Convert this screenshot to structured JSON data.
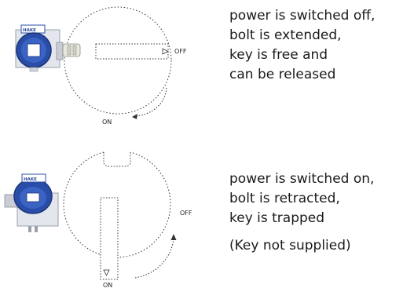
{
  "states": [
    {
      "off_label": "OFF",
      "on_label": "ON",
      "logo": "HAKE",
      "lines": [
        "power is switched off,",
        "bolt is extended,",
        "key is free and",
        "can be released"
      ]
    },
    {
      "off_label": "OFF",
      "on_label": "ON",
      "logo": "HAKE",
      "lines": [
        "power is switched on,",
        "bolt is retracted,",
        "key is trapped"
      ],
      "note": "(Key not supplied)"
    }
  ],
  "colors": {
    "device_blue": "#2a4ea8",
    "line_grey": "#333333",
    "housing_grey": "#d0d4dc"
  }
}
